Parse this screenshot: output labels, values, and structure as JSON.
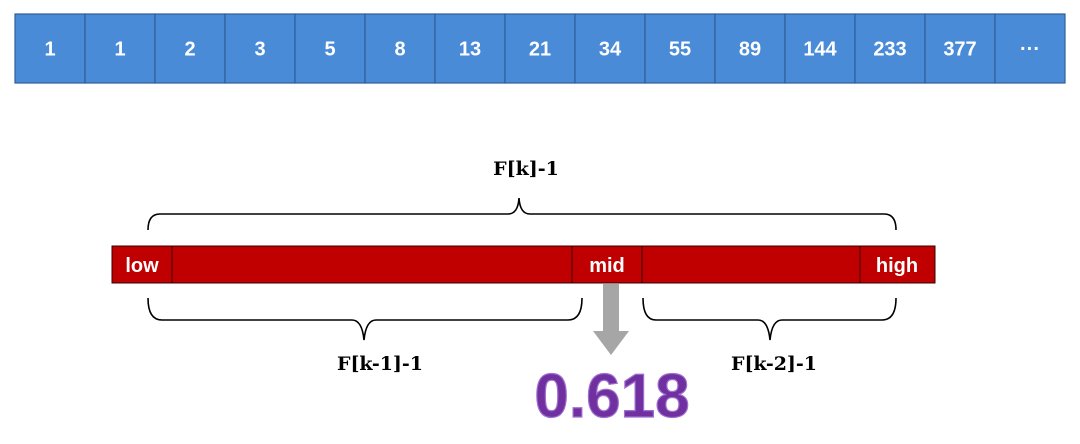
{
  "sequence": [
    "1",
    "1",
    "2",
    "3",
    "5",
    "8",
    "13",
    "21",
    "34",
    "55",
    "89",
    "144",
    "233",
    "377",
    "···"
  ],
  "range": {
    "low": "low",
    "mid": "mid",
    "high": "high"
  },
  "braces": {
    "total": "F[k]-1",
    "left": "F[k-1]-1",
    "right": "F[k-2]-1"
  },
  "ratio": "0.618",
  "colors": {
    "cell_fill": "#4a8bd8",
    "cell_border": "#2f5f98",
    "range_fill": "#c00000",
    "arrow": "#a6a6a6",
    "ratio": "#7030a0"
  }
}
